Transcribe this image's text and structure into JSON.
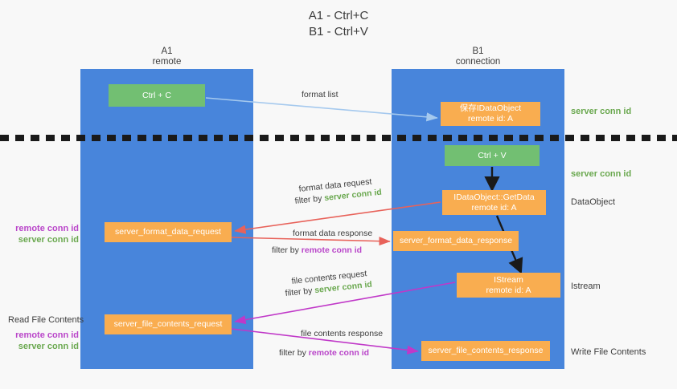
{
  "title": {
    "line1": "A1 - Ctrl+C",
    "line2": "B1 - Ctrl+V"
  },
  "lanes": [
    {
      "id": "a1",
      "name": "A1",
      "role": "remote"
    },
    {
      "id": "b1",
      "name": "B1",
      "role": "connection"
    }
  ],
  "nodes": {
    "ctrl_c": {
      "line1": "Ctrl + C",
      "line2": "",
      "color": "#72bf72"
    },
    "save_idataobject": {
      "line1": "保存IDataObject",
      "line2": "remote id: A",
      "color": "#f9ad50"
    },
    "ctrl_v": {
      "line1": "Ctrl + V",
      "line2": "",
      "color": "#72bf72"
    },
    "getdata": {
      "line1": "IDataObject::GetData",
      "line2": "remote id: A",
      "color": "#f9ad50"
    },
    "format_data_request": {
      "line1": "server_format_data_request",
      "line2": "",
      "color": "#f9ad50"
    },
    "format_data_response": {
      "line1": "server_format_data_response",
      "line2": "",
      "color": "#f9ad50"
    },
    "istream": {
      "line1": "IStream",
      "line2": "remote id: A",
      "color": "#f9ad50"
    },
    "file_contents_request": {
      "line1": "server_file_contents_request",
      "line2": "",
      "color": "#f9ad50"
    },
    "file_contents_response": {
      "line1": "server_file_contents_response",
      "line2": "",
      "color": "#f9ad50"
    }
  },
  "edge_labels": {
    "format_list": "format list",
    "format_data_request": "format data request",
    "format_data_request_filter_prefix": "filter by ",
    "format_data_request_filter_value": "server conn id",
    "format_data_response": "format data response",
    "format_data_response_filter_prefix": "filter by ",
    "format_data_response_filter_value": "remote conn id",
    "file_contents_request": "file contents request",
    "file_contents_request_filter_prefix": "filter by ",
    "file_contents_request_filter_value": "server conn id",
    "file_contents_response": "file contents response",
    "file_contents_response_filter_prefix": "filter by ",
    "file_contents_response_filter_value": "remote conn id"
  },
  "annotations": {
    "server_conn_id_top": "server conn id",
    "server_conn_id_mid": "server conn id",
    "dataobject": "DataObject",
    "istream": "Istream",
    "write_file_contents": "Write File Contents",
    "read_file_contents": "Read File Contents",
    "remote_conn_id_a": "remote conn id",
    "server_conn_id_a": "server conn id",
    "remote_conn_id_b": "remote conn id",
    "server_conn_id_b": "server conn id"
  },
  "colors": {
    "lane_blue": "#4885db",
    "node_green": "#72bf72",
    "node_orange": "#f9ad50",
    "arrow_lightblue": "#a5c9ee",
    "arrow_red": "#e8625a",
    "arrow_magenta": "#c038c8",
    "arrow_black": "#1a1a1a",
    "text_green": "#6aa84f",
    "text_purple": "#b945c9",
    "background": "#f8f8f8"
  }
}
